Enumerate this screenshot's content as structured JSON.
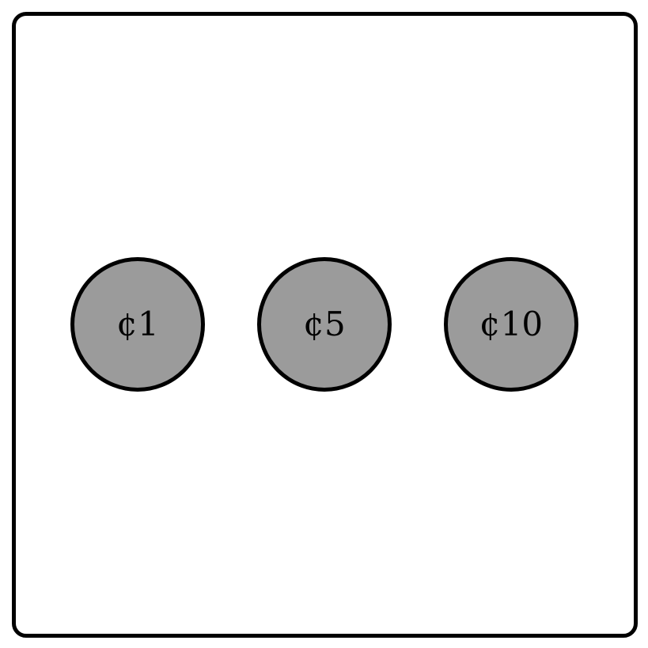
{
  "coins": [
    {
      "label": "¢1"
    },
    {
      "label": "¢5"
    },
    {
      "label": "¢10"
    }
  ],
  "colors": {
    "coin_fill": "#9b9b9b",
    "stroke": "#000000",
    "background": "#ffffff"
  }
}
